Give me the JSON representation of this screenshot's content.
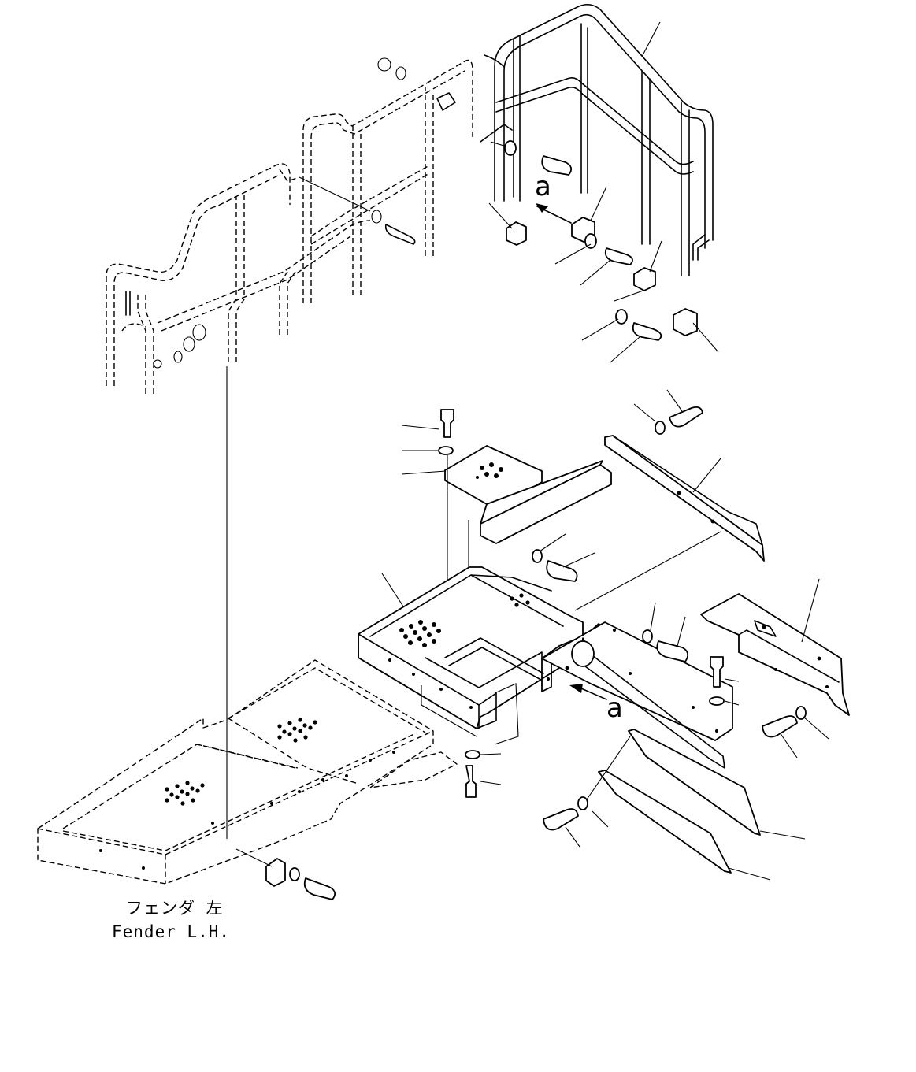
{
  "diagram": {
    "fender_label_jp": "フェンダ 左",
    "fender_label_en": "Fender L.H.",
    "view_marker_top": "a",
    "view_marker_bottom": "a"
  }
}
